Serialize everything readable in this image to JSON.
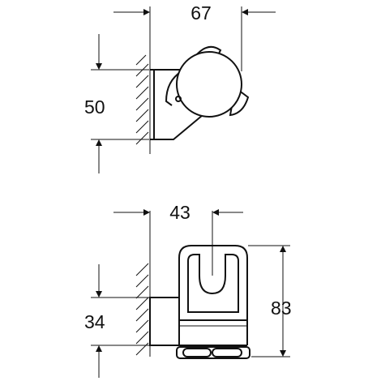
{
  "dimensions": {
    "top_width": "67",
    "top_height": "50",
    "bottom_width": "43",
    "bottom_offset": "34",
    "bottom_height": "83"
  }
}
